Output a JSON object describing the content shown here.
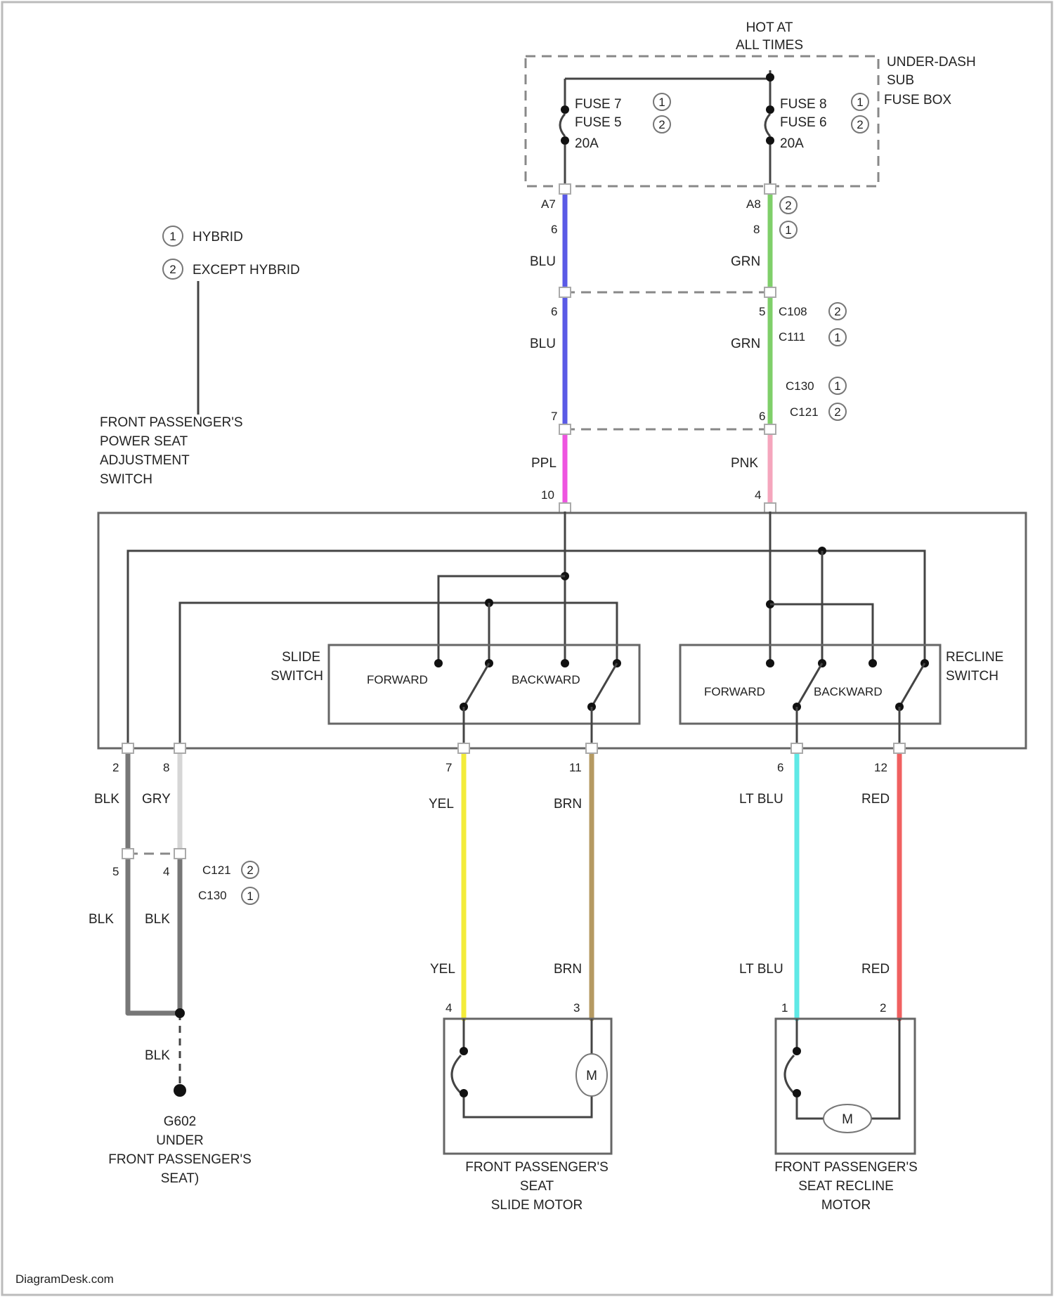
{
  "power": {
    "hot_line1": "HOT AT",
    "hot_line2": "ALL TIMES",
    "fusebox_line1": "UNDER-DASH",
    "fusebox_line2": "SUB",
    "fusebox_line3": "FUSE BOX",
    "fuse_left_1": "FUSE 7",
    "fuse_left_2": "FUSE 5",
    "fuse_left_amp": "20A",
    "fuse_right_1": "FUSE 8",
    "fuse_right_2": "FUSE 6",
    "fuse_right_amp": "20A",
    "pin_left_top": "A7",
    "pin_left_2": "6",
    "pin_right_top": "A8",
    "pin_right_2": "8"
  },
  "legend": {
    "item1": "HYBRID",
    "item2": "EXCEPT HYBRID",
    "mark1": "1",
    "mark2": "2"
  },
  "connectors": {
    "c1": "C108",
    "c2": "C111",
    "c3": "C130",
    "c4": "C121",
    "c5": "C121",
    "c6": "C130"
  },
  "wires": {
    "blu_a": "BLU",
    "blu_b": "BLU",
    "grn_a": "GRN",
    "grn_b": "GRN",
    "pur": "PPL",
    "pnk": "PNK",
    "blk1": "BLK",
    "gry": "GRY",
    "blk2": "BLK",
    "blk3": "BLK",
    "blk4": "BLK",
    "yel1": "YEL",
    "brn1": "BRN",
    "ltblu1": "LT BLU",
    "red1": "RED",
    "yel2": "YEL",
    "brn2": "BRN",
    "ltblu2": "LT BLU",
    "red2": "RED"
  },
  "pins": {
    "p_b6": "6",
    "p_g5": "5",
    "p_b7": "7",
    "p_g6": "6",
    "p_pur": "10",
    "p_pnk": "4",
    "p_blk": "2",
    "p_gry": "8",
    "p_yel": "7",
    "p_brn": "11",
    "p_ltblu": "6",
    "p_red": "12",
    "p_c5": "5",
    "p_c4": "4",
    "m1_a": "4",
    "m1_b": "3",
    "m2_a": "1",
    "m2_b": "2"
  },
  "switch": {
    "title1": "FRONT PASSENGER'S",
    "title2": "POWER SEAT",
    "title3": "ADJUSTMENT",
    "title4": "SWITCH",
    "slide1": "SLIDE",
    "slide2": "SWITCH",
    "recline1": "RECLINE",
    "recline2": "SWITCH",
    "fwd1": "FORWARD",
    "bwd1": "BACKWARD",
    "fwd2": "FORWARD",
    "bwd2": "BACKWARD"
  },
  "ground": {
    "line1": "G602",
    "line2": "UNDER",
    "line3": "FRONT PASSENGER'S",
    "line4": "SEAT)"
  },
  "motors": {
    "slide1": "FRONT PASSENGER'S",
    "slide2": "SEAT",
    "slide3": "SLIDE MOTOR",
    "recline1": "FRONT PASSENGER'S",
    "recline2": "SEAT RECLINE",
    "recline3": "MOTOR",
    "symbol": "M"
  },
  "footer": "DiagramDesk.com",
  "colors": {
    "blu": "#5a5ae6",
    "grn": "#7fcf6a",
    "pur": "#ee55e0",
    "pnk": "#f5a6bd",
    "yel": "#f3ec3a",
    "brn": "#b59a62",
    "ltblu": "#5fe9e6",
    "red": "#f06060",
    "blk": "#777777",
    "gry": "#d6d6d6"
  }
}
